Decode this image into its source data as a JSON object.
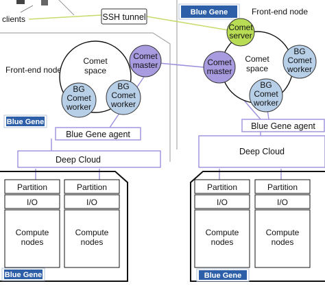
{
  "top": {
    "clients": "clients",
    "ssh_tunnel": "SSH tunnel"
  },
  "left": {
    "frontend_label": "Front-end node",
    "comet_space": [
      "Comet",
      "space"
    ],
    "comet_master": [
      "Comet",
      "master"
    ],
    "workers": [
      [
        "BG",
        "Comet",
        "worker"
      ],
      [
        "BG",
        "Comet",
        "worker"
      ]
    ],
    "agent": "Blue Gene agent",
    "deep_cloud": "Deep Cloud",
    "partitions": [
      {
        "partition": "Partition",
        "io": "I/O",
        "compute": [
          "Compute",
          "nodes"
        ]
      },
      {
        "partition": "Partition",
        "io": "I/O",
        "compute": [
          "Compute",
          "nodes"
        ]
      }
    ],
    "logo_lower": "Blue Gene"
  },
  "right": {
    "logo_top": "Blue Gene",
    "frontend_label": "Front-end node",
    "comet_server": [
      "Comet",
      "server"
    ],
    "comet_master": [
      "Comet",
      "master"
    ],
    "comet_space": [
      "Comet",
      "space"
    ],
    "workers": [
      [
        "BG",
        "Comet",
        "worker"
      ],
      [
        "BG",
        "Comet",
        "worker"
      ]
    ],
    "agent": "Blue Gene agent",
    "deep_cloud": "Deep Cloud",
    "partitions": [
      {
        "partition": "Partition",
        "io": "I/O",
        "compute": [
          "Compute",
          "nodes"
        ]
      },
      {
        "partition": "Partition",
        "io": "I/O",
        "compute": [
          "Compute",
          "nodes"
        ]
      }
    ],
    "logo_lower": "Blue Gene"
  },
  "colors": {
    "worker_fill": "#b8cfe8",
    "master_fill": "#a99be0",
    "server_fill": "#b9dc55",
    "lavender_line": "#9a8fdc",
    "box_border": "#9a8fdc",
    "green_line": "#c5dc6c",
    "frame_line": "#a9a9a9",
    "logo_bg": "#2d5fa9"
  }
}
